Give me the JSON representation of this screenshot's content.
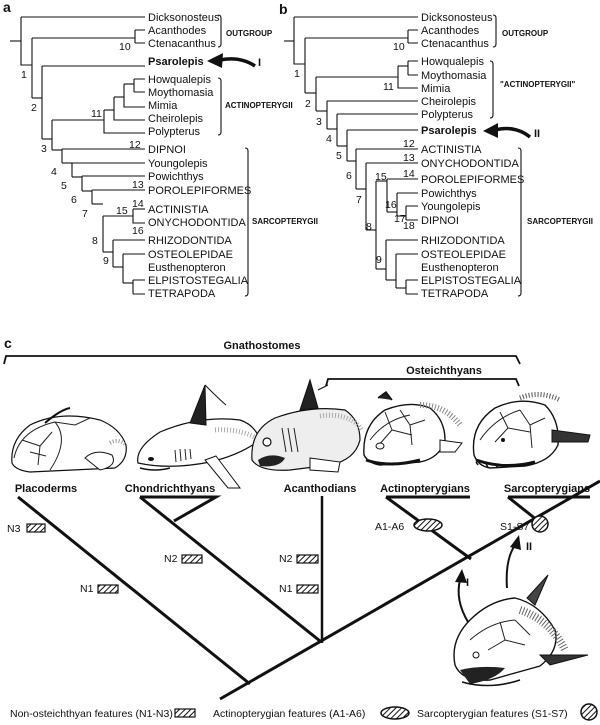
{
  "panel_a": {
    "label": "a",
    "taxa": [
      "Dicksonosteus",
      "Acanthodes",
      "Ctenacanthus",
      "Psarolepis",
      "Howqualepis",
      "Moythomasia",
      "Mimia",
      "Cheirolepis",
      "Polypterus",
      "DIPNOI",
      "Youngolepis",
      "Powichthys",
      "POROLEPIFORMES",
      "ACTINISTIA",
      "ONYCHODONTIDA",
      "RHIZODONTIDA",
      "OSTEOLEPIDAE",
      "Eusthenopteron",
      "ELPISTOSTEGALIA",
      "TETRAPODA"
    ],
    "groups": [
      "OUTGROUP",
      "ACTINOPTERYGII",
      "SARCOPTERYGII"
    ],
    "nodes": [
      "1",
      "2",
      "3",
      "4",
      "5",
      "6",
      "7",
      "8",
      "9",
      "10",
      "11",
      "12",
      "13",
      "14",
      "15",
      "16"
    ],
    "arrow_label": "I"
  },
  "panel_b": {
    "label": "b",
    "taxa": [
      "Dicksonosteus",
      "Acanthodes",
      "Ctenacanthus",
      "Howqualepis",
      "Moythomasia",
      "Mimia",
      "Cheirolepis",
      "Polypterus",
      "Psarolepis",
      "ACTINISTIA",
      "ONYCHODONTIDA",
      "POROLEPIFORMES",
      "Powichthys",
      "Youngolepis",
      "DIPNOI",
      "RHIZODONTIDA",
      "OSTEOLEPIDAE",
      "Eusthenopteron",
      "ELPISTOSTEGALIA",
      "TETRAPODA"
    ],
    "groups": [
      "OUTGROUP",
      "\"ACTINOPTERYGII\"",
      "SARCOPTERYGII"
    ],
    "nodes": [
      "1",
      "2",
      "3",
      "4",
      "5",
      "6",
      "7",
      "8",
      "9",
      "10",
      "11",
      "12",
      "13",
      "14",
      "15",
      "16",
      "17",
      "18"
    ],
    "arrow_label": "II"
  },
  "panel_c": {
    "label": "c",
    "clade_top": "Gnathostomes",
    "clade_sub": "Osteichthyans",
    "taxa": [
      "Placoderms",
      "Chondrichthyans",
      "Acanthodians",
      "Actinopterygians",
      "Sarcopterygians"
    ],
    "features": {
      "n3": "N3",
      "n2a": "N2",
      "n1a": "N1",
      "n2b": "N2",
      "n1b": "N1",
      "a": "A1-A6",
      "s": "S1-S7"
    },
    "arrows": [
      "I",
      "II"
    ],
    "legend": [
      "Non-osteichthyan features (N1-N3)",
      "Actinopterygian features (A1-A6)",
      "Sarcopterygian features (S1-S7)"
    ]
  }
}
